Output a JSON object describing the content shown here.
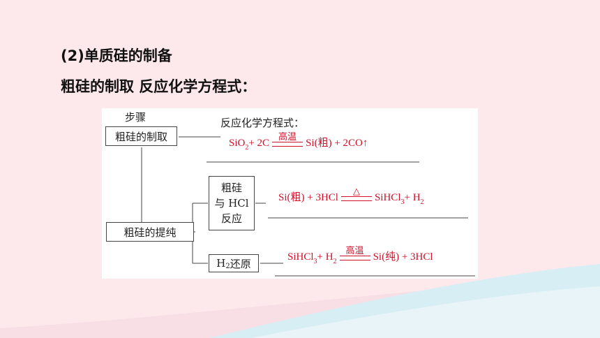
{
  "heading": {
    "line1": "(2)单质硅的制备",
    "line2": "粗硅的制取  反应化学方程式："
  },
  "diagram": {
    "col_header": "步骤",
    "eq_header": "反应化学方程式：",
    "step1": "粗硅的制取",
    "step2": "粗硅的提纯",
    "sub1": [
      "粗硅",
      "与 HCl",
      "反应"
    ],
    "sub2_h": "H",
    "sub2_sub": "2",
    "sub2_rest": " 还原",
    "eq1": {
      "lhs": [
        "SiO",
        "2",
        " + 2C"
      ],
      "cond": "高温",
      "rhs": "Si(粗) + 2CO↑"
    },
    "eq2": {
      "lhs": "Si(粗) + 3HCl",
      "cond": "△",
      "rhs": [
        "SiHCl",
        "3",
        " + H",
        "2"
      ]
    },
    "eq3": {
      "lhs": [
        "SiHCl",
        "3",
        " + H",
        "2"
      ],
      "cond": "高温",
      "rhs": "Si(纯) + 3HCl"
    }
  },
  "colors": {
    "background": "#fde9ec",
    "wave": "#d7eef4",
    "equation": "#d0102a"
  }
}
